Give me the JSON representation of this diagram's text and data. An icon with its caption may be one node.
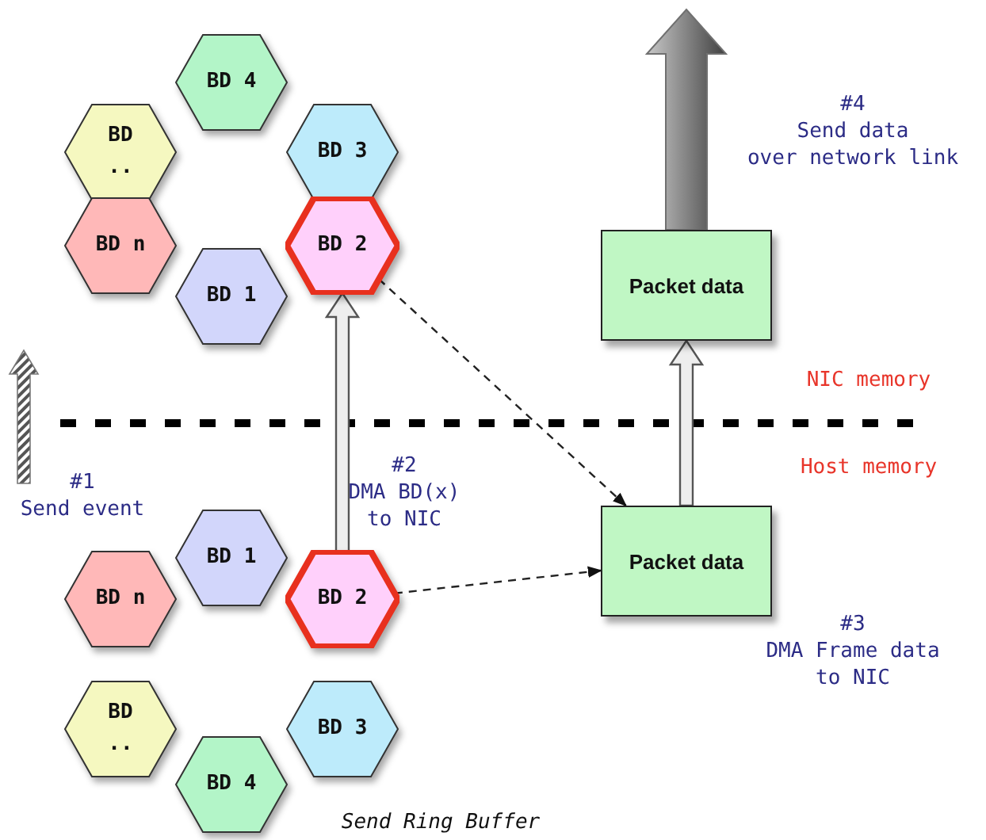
{
  "diagram": {
    "nodes": [
      {
        "text": [
          "BD 4"
        ]
      },
      {
        "text": [
          "BD .."
        ]
      },
      {
        "text": [
          "BD 3"
        ]
      },
      {
        "text": [
          "BD n"
        ]
      },
      {
        "text": [
          "BD 2"
        ]
      },
      {
        "text": [
          "BD 1"
        ]
      },
      {
        "text": [
          "Packet data"
        ]
      },
      {
        "text": [
          "Packet data"
        ]
      },
      {
        "text": [
          "BD 1"
        ]
      },
      {
        "text": [
          "BD n"
        ]
      },
      {
        "text": [
          "BD 2"
        ]
      },
      {
        "text": [
          "BD .."
        ]
      },
      {
        "text": [
          "BD 3"
        ]
      },
      {
        "text": [
          "BD 4"
        ]
      }
    ],
    "edges": [
      {
        "from": 10,
        "to": 4,
        "arrow": "to"
      },
      {
        "from": 4,
        "to": 7,
        "arrow": "to",
        "style": "dashed"
      },
      {
        "from": 10,
        "to": 7,
        "arrow": "to",
        "style": "dashed"
      },
      {
        "from": 7,
        "to": 6,
        "arrow": "to"
      },
      {
        "from": 6,
        "to": null,
        "arrow": "to",
        "style": "thick",
        "color": "#707070"
      }
    ],
    "labels": [
      "#4 Send data over network link",
      "NIC memory",
      "Host memory",
      "#1 Send event",
      "#2 DMA BD(x) to NIC",
      "#3 DMA Frame data to NIC",
      "Send Ring Buffer"
    ]
  }
}
